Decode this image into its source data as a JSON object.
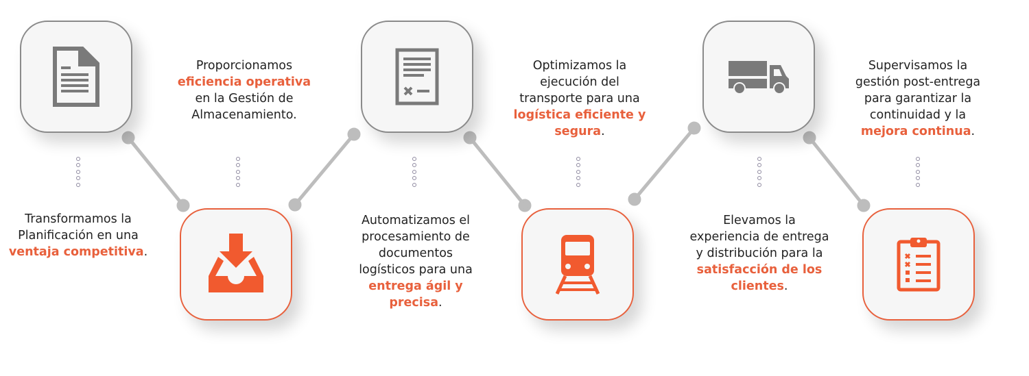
{
  "colors": {
    "accent": "#e8603c",
    "icon_gray": "#7a7a7a",
    "connector": "#bdbdbd"
  },
  "steps": [
    {
      "icon": "document-icon",
      "lines": [
        "Transformamos la",
        "Planificación en una"
      ],
      "highlight": "ventaja competitiva",
      "tail": "."
    },
    {
      "icon": "inbox-download-icon",
      "lines": [
        "Proporcionamos"
      ],
      "highlight": "eficiencia operativa",
      "after": [
        "en la Gestión de",
        "Almacenamiento."
      ]
    },
    {
      "icon": "form-document-icon",
      "lines": [
        "Automatizamos el",
        "procesamiento de",
        "documentos",
        "logísticos para una"
      ],
      "highlight1": "entrega ágil y",
      "highlight2": "precisa",
      "tail": "."
    },
    {
      "icon": "train-icon",
      "lines": [
        "Optimizamos la",
        "ejecución del",
        "transporte para una"
      ],
      "highlight1": "logística eficiente y",
      "highlight2": "segura",
      "tail": "."
    },
    {
      "icon": "truck-icon",
      "lines": [
        "Elevamos la",
        "experiencia de entrega",
        "y distribución para la"
      ],
      "highlight1": "satisfacción de los",
      "highlight2": "clientes",
      "tail": "."
    },
    {
      "icon": "clipboard-checklist-icon",
      "lines": [
        "Supervisamos la",
        "gestión post-entrega",
        "para garantizar la",
        "continuidad y la"
      ],
      "highlight": "mejora continua",
      "tail": "."
    }
  ]
}
